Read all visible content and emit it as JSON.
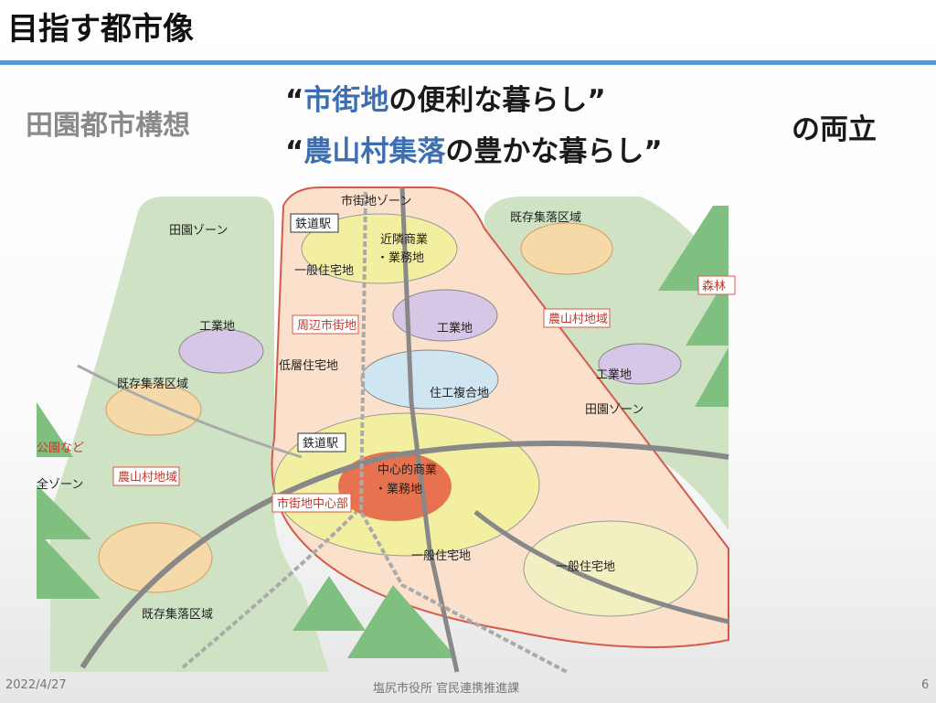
{
  "title": "目指す都市像",
  "subtitle": "田園都市構想",
  "quote1": {
    "open": "“",
    "highlight": "市街地",
    "rest": "の便利な暮らし”"
  },
  "quote2": {
    "open": "“",
    "highlight": "農山村集落",
    "rest": "の豊かな暮らし”"
  },
  "both": "の両立",
  "diagram": {
    "den_zone_left": "田園ゾーン",
    "city_zone": "市街地ゾーン",
    "station_top": "鉄道駅",
    "kinrin1": "近隣商業",
    "kinrin2": "・業務地",
    "ippan_top": "一般住宅地",
    "kizon_right": "既存集落区域",
    "kogyo_left": "工業地",
    "shuhen": "周辺市街地",
    "kogyo_mid": "工業地",
    "nosan_right": "農山村地域",
    "shinrin": "森林",
    "teiso": "低層住宅地",
    "kizon_left": "既存集落区域",
    "kogyo_right": "工業地",
    "juko": "住工複合地",
    "den_zone_right": "田園ゾーン",
    "station_mid": "鉄道駅",
    "koen": "公園など",
    "chushin1": "中心的商業",
    "chushin2": "・業務地",
    "nosan_left": "農山村地域",
    "hozen": "全ゾーン",
    "center": "市街地中心部",
    "ippan_mid": "一般住宅地",
    "ippan_right": "一般住宅地",
    "kizon_bottom": "既存集落区域"
  },
  "footer": {
    "date": "2022/4/27",
    "org": "塩尻市役所 官民連携推進課",
    "page": "6"
  },
  "colors": {
    "accent": "#3d6fb0",
    "rule": "#5b95cf",
    "label_red": "#c0392b"
  }
}
